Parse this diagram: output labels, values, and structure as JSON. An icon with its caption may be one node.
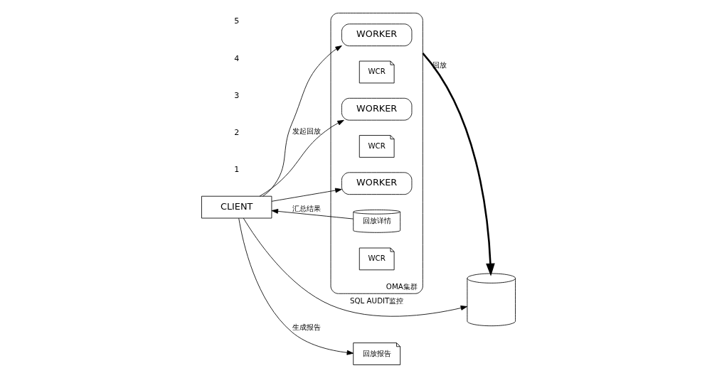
{
  "diagram": {
    "nodes": [
      {
        "text": [
          "CLIENT"
        ]
      },
      {
        "text": [
          "OMA集群"
        ]
      },
      {
        "text": [
          "WORKER"
        ],
        "in": 1
      },
      {
        "text": [
          "WCR"
        ],
        "in": 1
      },
      {
        "text": [
          "WORKER"
        ],
        "in": 1
      },
      {
        "text": [
          "WCR"
        ],
        "in": 1
      },
      {
        "text": [
          "回放详情"
        ],
        "in": 1
      },
      {
        "text": [
          "WORKER"
        ],
        "in": 1
      },
      {
        "text": [
          "WCR"
        ],
        "in": 1
      },
      {
        "text": [],
        "shape": "cylinder"
      },
      {
        "text": [
          "回放报告"
        ]
      }
    ],
    "edges": [
      {
        "from": 0,
        "to": 9,
        "arrow": "to",
        "label": "SQL AUDIT监控"
      },
      {
        "from": 0,
        "to": 2,
        "arrow": "to"
      },
      {
        "from": 0,
        "to": 4,
        "arrow": "to",
        "label": "发起回放"
      },
      {
        "from": 0,
        "to": 7,
        "arrow": "to"
      },
      {
        "from": 1,
        "to": 9,
        "arrow": "to",
        "label": "回放",
        "style": "thick"
      },
      {
        "from": 6,
        "to": 0,
        "arrow": "to",
        "label": "汇总结果"
      },
      {
        "from": 0,
        "to": 10,
        "arrow": "to",
        "label": "生成报告"
      }
    ],
    "labels": [
      "1",
      "2",
      "3",
      "4",
      "5"
    ]
  }
}
